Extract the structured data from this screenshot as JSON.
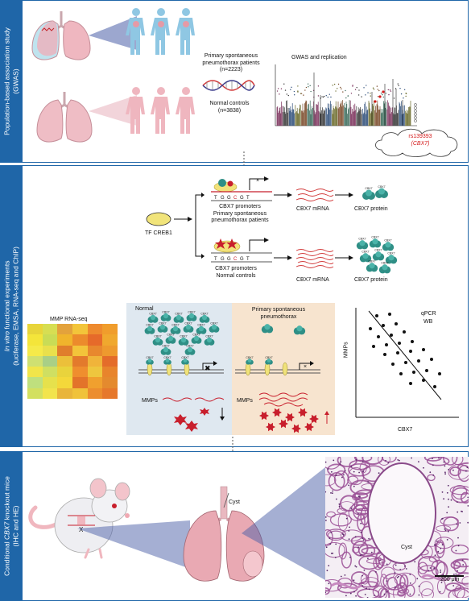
{
  "sections": {
    "gwas": {
      "title_line1": "Population-based association study",
      "title_line2": "(GWAS)"
    },
    "invitro": {
      "title_prefix": "In vitro",
      "title_rest": "functional experiments",
      "title_line2": "(luciferase, EMSA, RNA-seq and ChIP)"
    },
    "mice": {
      "title_prefix": "Conditional",
      "title_gene": "CBX7",
      "title_rest": "knockout mice",
      "title_line2": "(IHC and HE)"
    }
  },
  "gwas": {
    "patients_line1": "Primary spontaneous",
    "patients_line2": "pneumothorax patients",
    "patients_n": "(n=2223)",
    "controls_line1": "Normal controls",
    "controls_n": "(n=3838)",
    "plot_title": "GWAS and replication",
    "snp": "rs139393",
    "snp_gene": "(CBX7)"
  },
  "invitro": {
    "seq_top": [
      "T",
      "G",
      "G",
      "C",
      "G",
      "T"
    ],
    "seq_bottom": [
      "T",
      "G",
      "G",
      "C",
      "G",
      "T"
    ],
    "promoter_patients_line1": "CBX7 promoters",
    "promoter_patients_line2": "Primary spontaneous",
    "promoter_patients_line3": "pneumothorax patients",
    "mrna_label_top": "CBX7 mRNA",
    "protein_label_top": "CBX7 protein",
    "tf_label": "TF CREB1",
    "promoter_controls_line1": "CBX7 promoters",
    "promoter_controls_line2": "Normal controls",
    "mrna_label_bottom": "CBX7 mRNA",
    "protein_label_bottom": "CBX7 protein",
    "cbx7_tag": "CBX7",
    "heatmap_title": "MMP RNA-seq",
    "heatmap_colors": [
      [
        "#e8d53a",
        "#d7de52",
        "#e3a23c",
        "#f3c53a",
        "#ee8a2e",
        "#f09d2c"
      ],
      [
        "#f4e53a",
        "#c9dc56",
        "#f0b42c",
        "#ec8b2c",
        "#e66a2a",
        "#f0a82e"
      ],
      [
        "#f5ea4a",
        "#e9e04c",
        "#e07e2c",
        "#f3c43a",
        "#e8882e",
        "#ee9a2e"
      ],
      [
        "#cfe072",
        "#a9cf86",
        "#ecc03a",
        "#e37a2c",
        "#f0b43a",
        "#e46c2a"
      ],
      [
        "#f1e54a",
        "#cfdf62",
        "#e9d33c",
        "#ef8e2e",
        "#eec63e",
        "#e8842c"
      ],
      [
        "#bfe07e",
        "#e6e14c",
        "#f4d83a",
        "#e3742a",
        "#f0a02e",
        "#e48a2e"
      ],
      [
        "#d3e060",
        "#f2e44c",
        "#e9b53a",
        "#f0c23a",
        "#ec8d2e",
        "#e6782c"
      ]
    ],
    "normal_label": "Normal",
    "pneumo_label_line1": "Primary spontaneous",
    "pneumo_label_line2": "pneumothorax",
    "mmps_label": "MMPs",
    "qpcr_label": "qPCR",
    "wb_label": "WB",
    "scatter_ylabel": "MMPs",
    "scatter_xlabel": "CBX7"
  },
  "mice": {
    "cyst_label_lung": "Cyst",
    "cyst_label_tissue": "Cyst",
    "scale_bar": "200 μm"
  },
  "colors": {
    "sidebar": "#1f66a8",
    "normal_bg": "#dfe8f0",
    "pneumo_bg": "#f7e4cf",
    "cbx7_protein": "#2f8f86",
    "mmp": "#c81e2c"
  }
}
